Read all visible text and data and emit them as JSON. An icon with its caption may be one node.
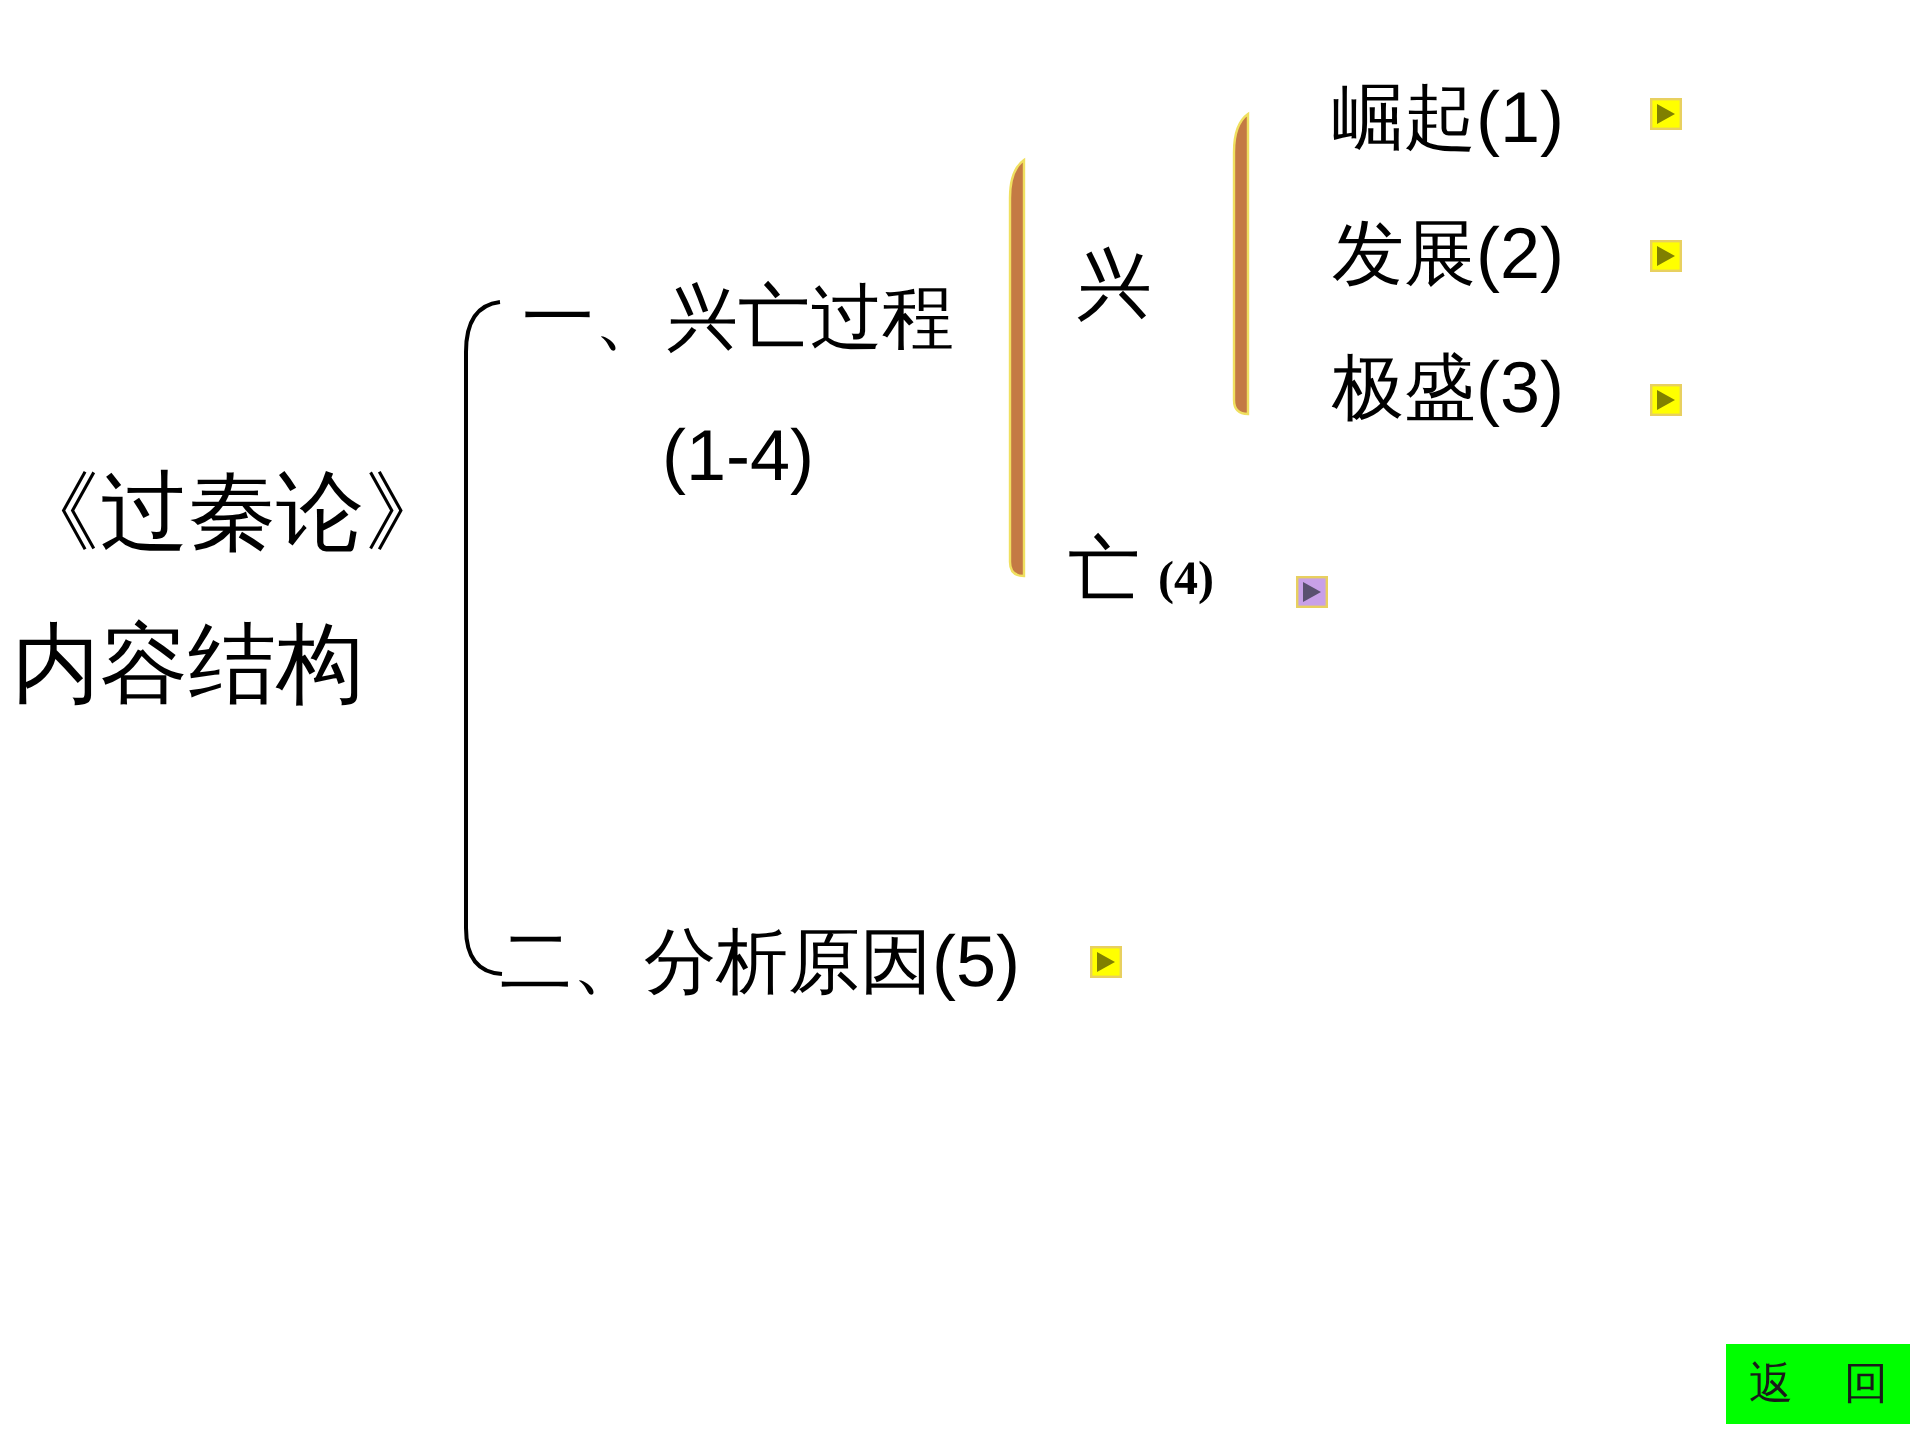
{
  "diagram": {
    "nodes": [
      {
        "text": [
          "返 回"
        ]
      }
    ],
    "labels": [
      "《过秦论》内容结构",
      "一、兴亡过程(1-4)",
      "兴",
      "崛起(1)",
      "发展(2)",
      "极盛(3)",
      "亡 **(4)**",
      "二、分析原因(5)"
    ]
  }
}
